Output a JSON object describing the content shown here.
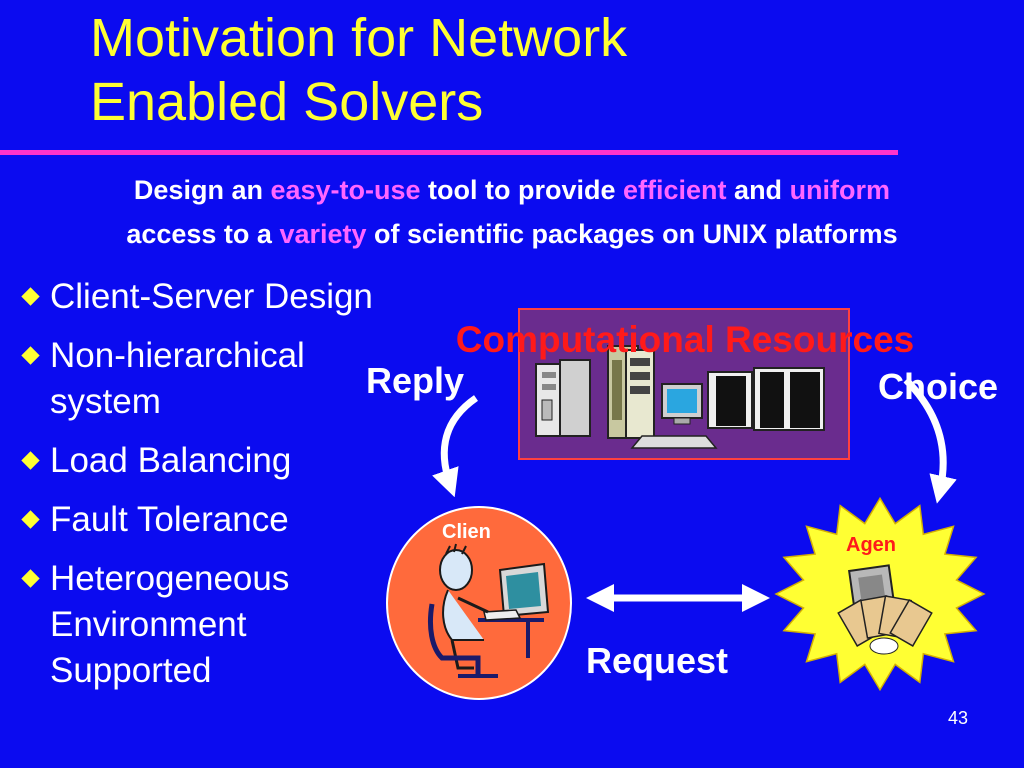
{
  "slide": {
    "title_line1": "Motivation for Network",
    "title_line2": "Enabled Solvers",
    "subtitle": {
      "l1_a": "Design an ",
      "l1_b": "easy-to-use",
      "l1_c": " tool to provide ",
      "l1_d": "efficient",
      "l1_e": " and ",
      "l1_f": "uniform",
      "l2_a": "access to a ",
      "l2_b": "variety",
      "l2_c": " of scientific packages on UNIX platforms"
    },
    "bullets": [
      "Client-Server Design",
      "Non-hierarchical system",
      "Load Balancing",
      "Fault Tolerance",
      "Heterogeneous Environment Supported"
    ],
    "page_number": "43"
  },
  "diagram": {
    "resources_label": "Computational Resources",
    "reply_label": "Reply",
    "choice_label": "Choice",
    "request_label": "Request",
    "client_label": "Clien",
    "agent_label": "Agen"
  },
  "colors": {
    "background": "#0b0bf0",
    "title": "#ffff33",
    "accent": "#ff66ff",
    "resources_box": "#6a2c8e",
    "resources_text": "#ff1a1a",
    "client_circle": "#ff6a3c",
    "agent_star": "#ffff33"
  }
}
